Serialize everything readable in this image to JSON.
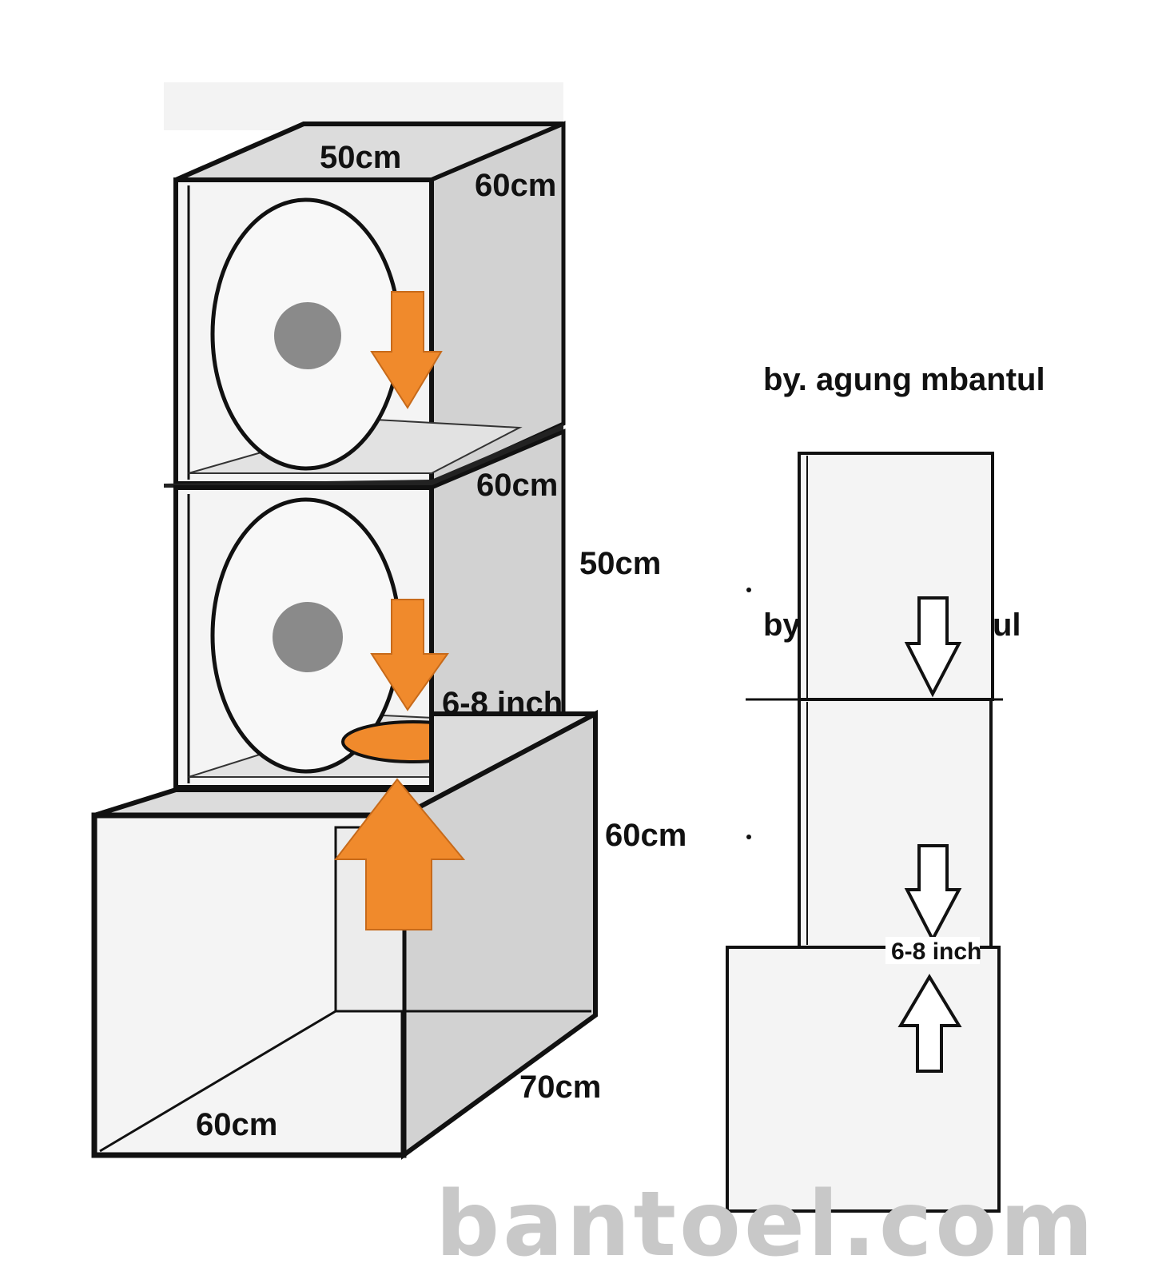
{
  "labels": {
    "top_box_width": "50cm",
    "top_box_depth": "60cm",
    "middle_box_depth": "60cm",
    "middle_box_height": "50cm",
    "port_size": "6-8 inch",
    "bottom_box_height": "60cm",
    "bottom_box_depth": "70cm",
    "bottom_box_width": "60cm"
  },
  "credit": {
    "main": "by. agung mbantul",
    "side_left": "by",
    "side_right": "ul"
  },
  "side_view": {
    "port_label": "6-8 inch"
  },
  "watermark": "bantoel.com",
  "colors": {
    "line": "#111111",
    "side_face": "#d2d2d2",
    "top_face": "#dcdcdc",
    "front_face": "#f4f4f4",
    "arrow": "#f08a2c",
    "dust_cap": "#8a8a8a",
    "watermark": "#c8c8c8"
  }
}
